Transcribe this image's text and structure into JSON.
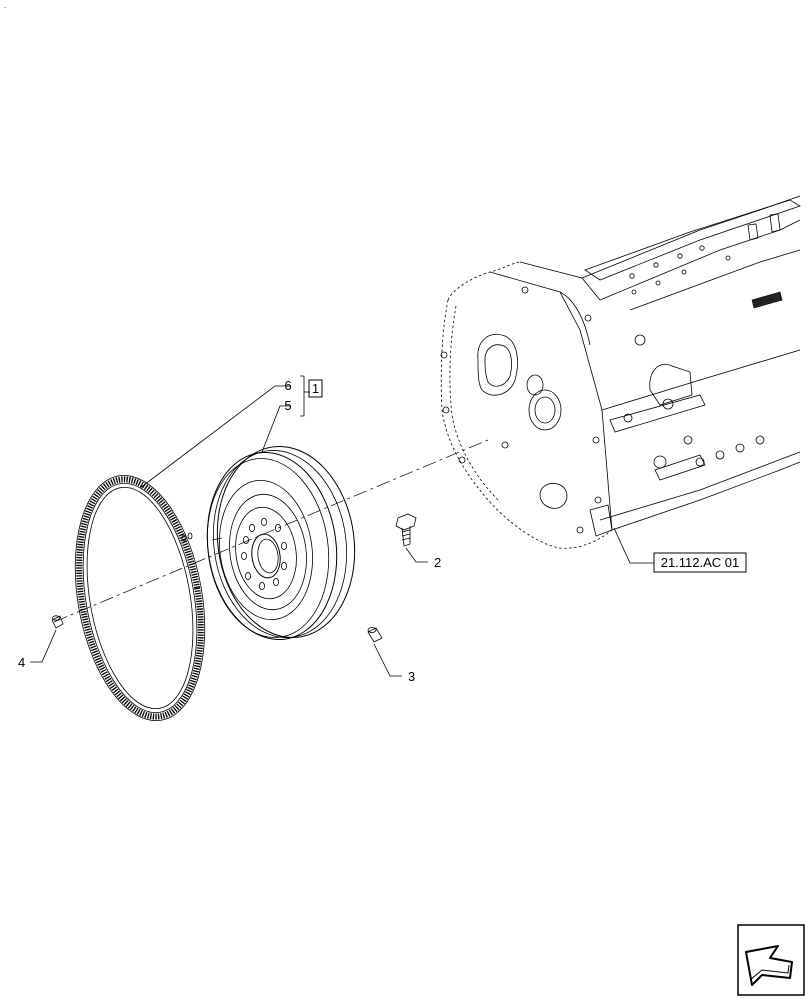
{
  "callouts": {
    "item_1": "1",
    "item_2": "2",
    "item_3": "3",
    "item_4": "4",
    "item_5": "5",
    "item_6": "6"
  },
  "reference": {
    "label": "21.112.AC 01"
  },
  "navigation": {
    "icon": "arrow-icon"
  }
}
